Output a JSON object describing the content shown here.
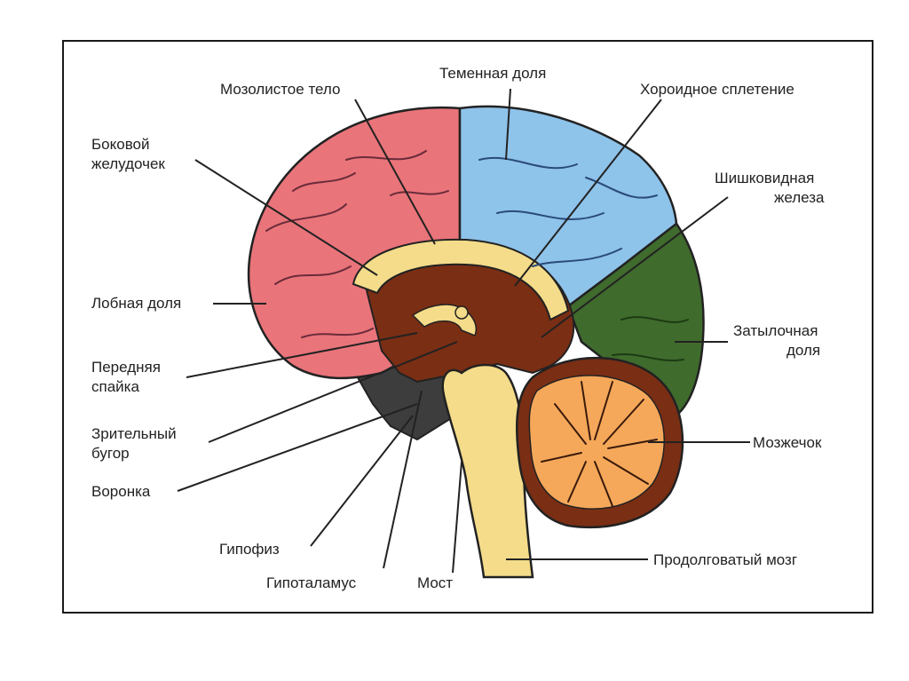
{
  "labels": {
    "corpus_callosum": "Мозолистое тело",
    "parietal_lobe": "Теменная доля",
    "choroid_plexus": "Хороидное сплетение",
    "lateral_ventricle_1": "Боковой",
    "lateral_ventricle_2": "желудочек",
    "pineal_1": "Шишковидная",
    "pineal_2": "железа",
    "frontal_lobe": "Лобная доля",
    "occipital_1": "Затылочная",
    "occipital_2": "доля",
    "anterior_commissure_1": "Передняя",
    "anterior_commissure_2": "спайка",
    "thalamus_1": "Зрительный",
    "thalamus_2": "бугор",
    "cerebellum": "Мозжечок",
    "infundibulum": "Воронка",
    "pituitary": "Гипофиз",
    "hypothalamus": "Гипоталамус",
    "pons": "Мост",
    "medulla": "Продолговатый мозг"
  },
  "colors": {
    "frontal": "#e9747a",
    "parietal": "#8ec3ea",
    "occipital": "#3f6b2c",
    "inner": "#7a2e14",
    "stem": "#f4dc8a",
    "cerebellum_outer": "#7a2e14",
    "cerebellum_inner": "#f5a85a",
    "hypothalamus": "#3d3d3d",
    "outline": "#222222"
  }
}
